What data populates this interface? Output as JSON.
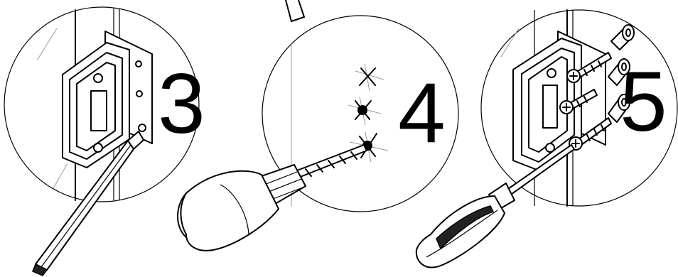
{
  "steps": [
    {
      "number": "3",
      "action": "mark-holes",
      "tool": "pencil-icon"
    },
    {
      "number": "4",
      "action": "drill-holes",
      "tool": "drill-icon"
    },
    {
      "number": "5",
      "action": "fix-hinge",
      "tool": "screwdriver-icon"
    }
  ],
  "colors": {
    "line": "#000000",
    "background": "#ffffff",
    "glass": "#9a9a9a"
  }
}
